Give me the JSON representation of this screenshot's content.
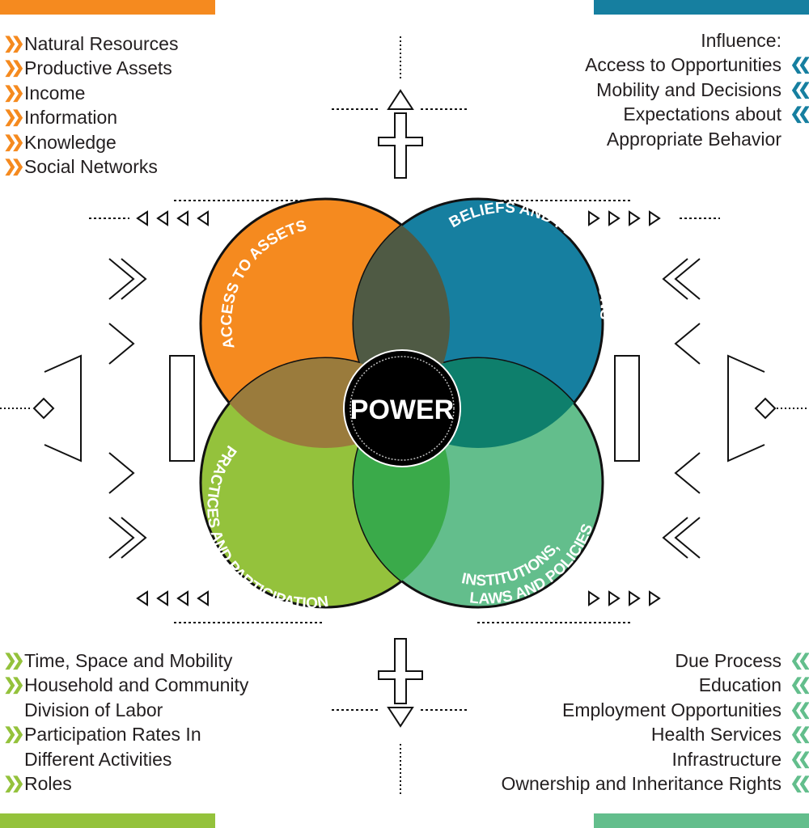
{
  "colors": {
    "orange": "#f58a1f",
    "blue": "#167fa0",
    "green": "#94c23c",
    "teal": "#63be8c",
    "black": "#000000"
  },
  "center": {
    "label": "POWER"
  },
  "circles": {
    "assets": "ACCESS TO ASSETS",
    "beliefs": "BELIEFS AND PERCEPTIONS",
    "practices": "PRACTICES AND PARTICIPATION",
    "institutions_line1": "INSTITUTIONS,",
    "institutions_line2": "LAWS AND POLICIES"
  },
  "top_left": {
    "icon": "double-chevron-right",
    "items": [
      "Natural Resources",
      "Productive Assets",
      "Income",
      "Information",
      "Knowledge",
      "Social Networks"
    ]
  },
  "top_right": {
    "icon": "double-chevron-left",
    "heading": "Influence:",
    "items": [
      "Access to Opportunities",
      "Mobility and Decisions",
      "Expectations about"
    ],
    "continuation": "Appropriate Behavior"
  },
  "bottom_left": {
    "icon": "double-chevron-right",
    "items": [
      {
        "line1": "Time, Space and Mobility"
      },
      {
        "line1": "Household and Community",
        "line2": "Division of Labor"
      },
      {
        "line1": "Participation Rates In",
        "line2": "Different Activities"
      },
      {
        "line1": "Roles"
      }
    ]
  },
  "bottom_right": {
    "icon": "double-chevron-left",
    "items": [
      "Due Process",
      "Education",
      "Employment Opportunities",
      "Health Services",
      "Infrastructure",
      "Ownership and Inheritance Rights"
    ]
  }
}
